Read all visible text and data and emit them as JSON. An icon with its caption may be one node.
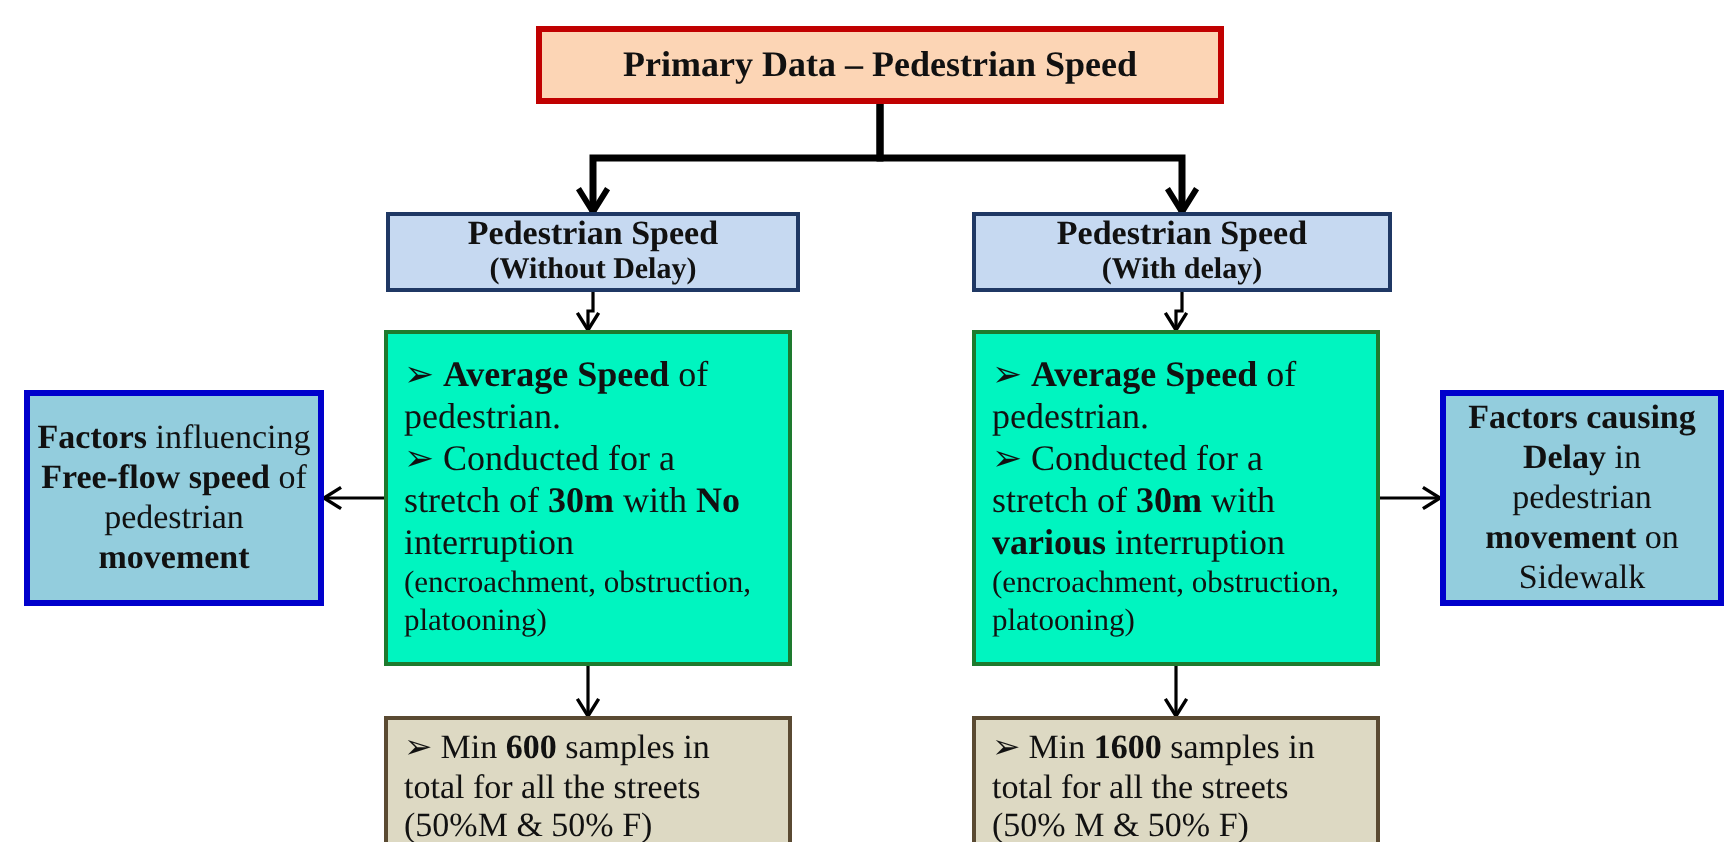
{
  "diagram": {
    "nodes": [
      {
        "text": [
          "Primary Data – Pedestrian Speed"
        ]
      },
      {
        "text": [
          "Pedestrian Speed",
          "(Without Delay)"
        ]
      },
      {
        "text": [
          "Pedestrian Speed",
          "(With delay)"
        ]
      },
      {
        "text": [
          "➢ **Average Speed** of pedestrian.",
          "➢ Conducted for a stretch of **30m** with **No** interruption",
          "(encroachment, obstruction, platooning)"
        ]
      },
      {
        "text": [
          "➢ **Average Speed** of pedestrian.",
          "➢ Conducted for a stretch of **30m** with **various** interruption",
          "(encroachment, obstruction, platooning)"
        ]
      },
      {
        "text": [
          "**Factors** influencing **Free-flow speed** of pedestrian **movement**"
        ]
      },
      {
        "text": [
          "**Factors causing Delay** in pedestrian **movement** on Sidewalk"
        ]
      },
      {
        "text": [
          "➢ Min **600** samples in total for all the streets (50%M & 50% F)"
        ]
      },
      {
        "text": [
          "➢ Min **1600** samples in total for all the streets (50% M & 50% F)"
        ]
      }
    ],
    "edges": [
      {
        "from": 0,
        "to": 1,
        "arrow": "to",
        "style": "thick"
      },
      {
        "from": 0,
        "to": 2,
        "arrow": "to",
        "style": "thick"
      },
      {
        "from": 1,
        "to": 3,
        "arrow": "to"
      },
      {
        "from": 2,
        "to": 4,
        "arrow": "to"
      },
      {
        "from": 3,
        "to": 5,
        "arrow": "to"
      },
      {
        "from": 4,
        "to": 6,
        "arrow": "to"
      },
      {
        "from": 3,
        "to": 7,
        "arrow": "to"
      },
      {
        "from": 4,
        "to": 8,
        "arrow": "to"
      }
    ]
  }
}
